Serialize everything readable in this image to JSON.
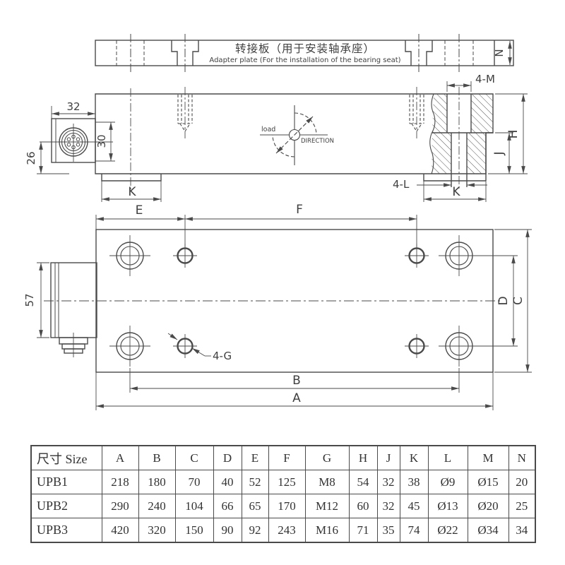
{
  "adapter_plate": {
    "title_cn": "转接板（用于安装轴承座）",
    "title_en": "Adapter plate (For the installation of the bearing seat)",
    "dim_n": "N"
  },
  "side_view": {
    "dim_width_32": "32",
    "dim_height_30": "30",
    "dim_26": "26",
    "dim_k_left": "K",
    "dim_k_right": "K",
    "dim_4m": "4-M",
    "dim_h": "H",
    "dim_j": "J",
    "dim_4l": "4-L",
    "load_label": "load",
    "direction_label": "DIRECTION"
  },
  "plan_view": {
    "dim_e": "E",
    "dim_f": "F",
    "dim_57": "57",
    "dim_4g": "4-G",
    "dim_a": "A",
    "dim_b": "B",
    "dim_c": "C",
    "dim_d": "D"
  },
  "size_table": {
    "headers": [
      "尺寸 Size",
      "A",
      "B",
      "C",
      "D",
      "E",
      "F",
      "G",
      "H",
      "J",
      "K",
      "L",
      "M",
      "N"
    ],
    "rows": [
      {
        "model": "UPB1",
        "values": [
          "218",
          "180",
          "70",
          "40",
          "52",
          "125",
          "M8",
          "54",
          "32",
          "38",
          "Ø9",
          "Ø15",
          "20"
        ]
      },
      {
        "model": "UPB2",
        "values": [
          "290",
          "240",
          "104",
          "66",
          "65",
          "170",
          "M12",
          "60",
          "32",
          "45",
          "Ø13",
          "Ø20",
          "25"
        ]
      },
      {
        "model": "UPB3",
        "values": [
          "420",
          "320",
          "150",
          "90",
          "92",
          "243",
          "M16",
          "71",
          "35",
          "74",
          "Ø22",
          "Ø34",
          "34"
        ]
      }
    ]
  }
}
